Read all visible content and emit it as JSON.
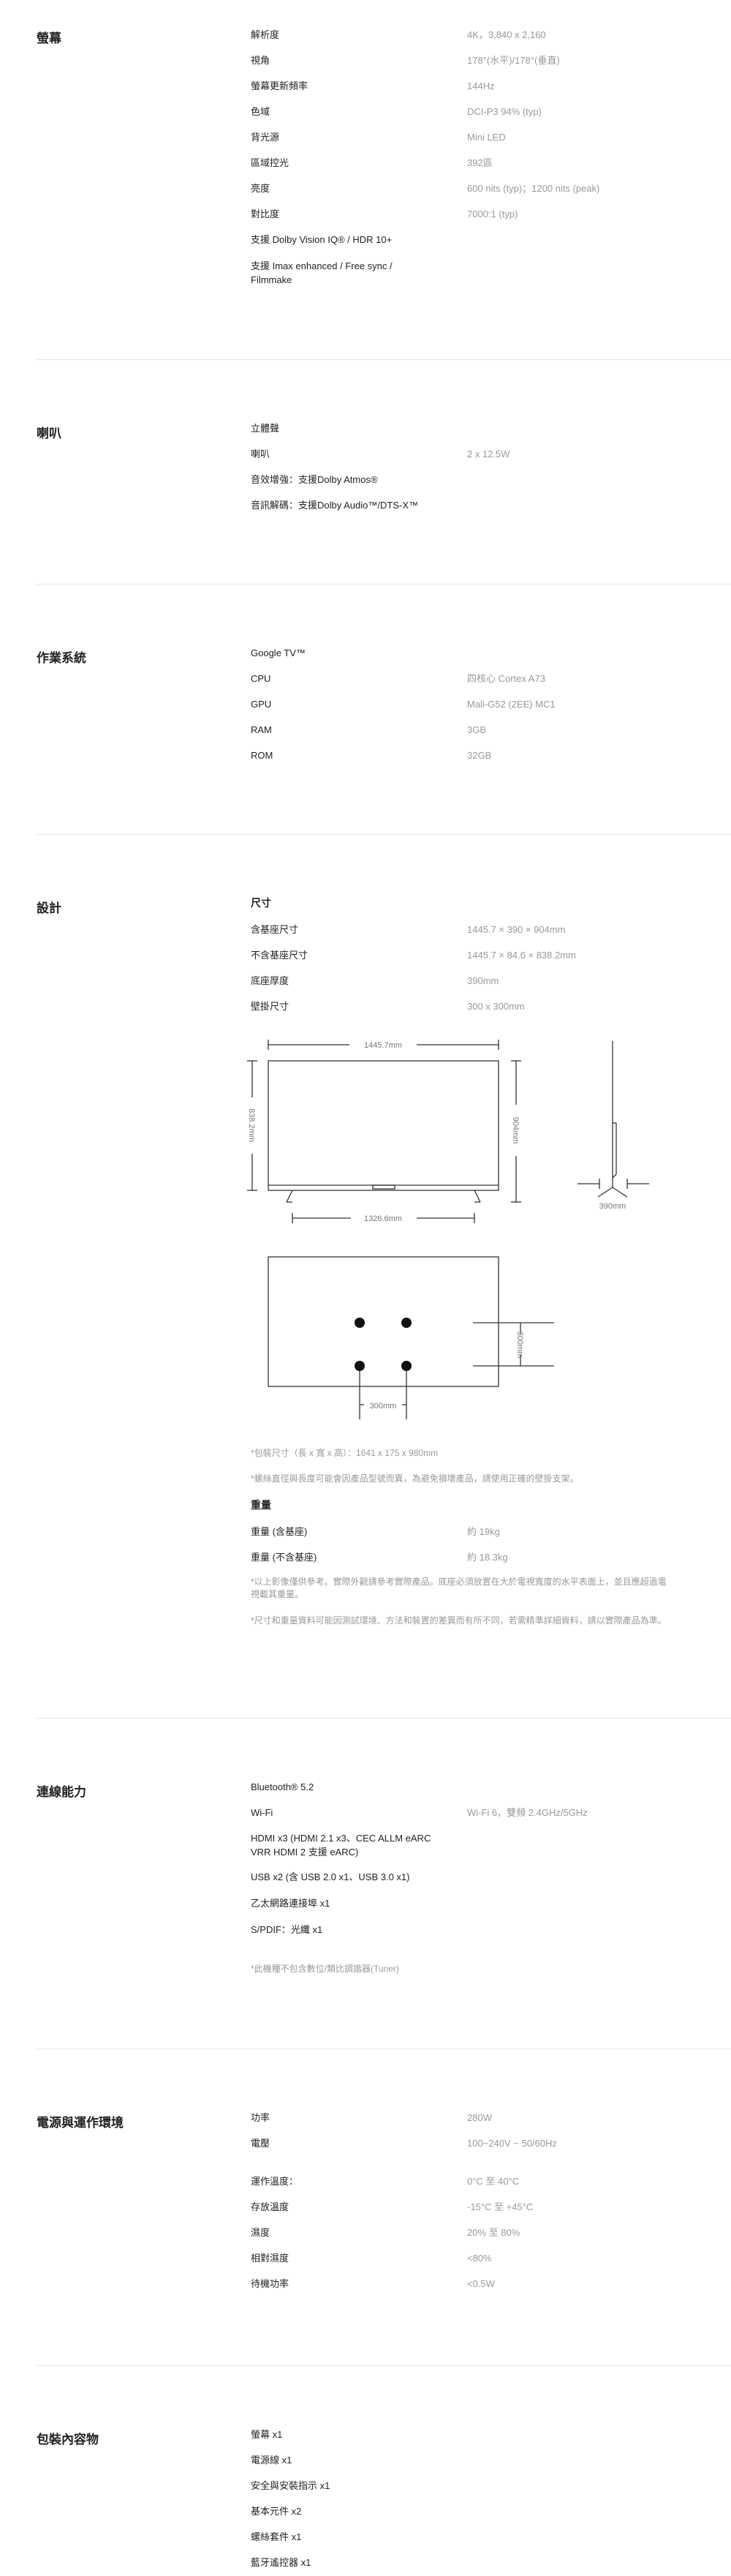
{
  "display": {
    "title": "螢幕",
    "rows": [
      {
        "label": "解析度",
        "value": "4K，3,840 x 2,160"
      },
      {
        "label": "視角",
        "value": "178°(水平)/178°(垂直)"
      },
      {
        "label": "螢幕更新頻率",
        "value": "144Hz"
      },
      {
        "label": "色域",
        "value": "DCI-P3 94% (typ)"
      },
      {
        "label": "背光源",
        "value": "Mini LED"
      },
      {
        "label": "區域控光",
        "value": "392區"
      },
      {
        "label": "亮度",
        "value": "600 nits (typ)；1200 nits (peak)"
      },
      {
        "label": "對比度",
        "value": "7000:1 (typ)"
      },
      {
        "label": "支援 Dolby Vision IQ® / HDR 10+",
        "value": ""
      },
      {
        "label": "支援 Imax enhanced / Free sync / Filmmake",
        "value": ""
      }
    ]
  },
  "speaker": {
    "title": "喇叭",
    "rows": [
      {
        "label": "立體聲",
        "value": ""
      },
      {
        "label": "喇叭",
        "value": "2 x 12.5W"
      },
      {
        "label": "音效增強：支援Dolby Atmos®",
        "value": ""
      },
      {
        "label": "音訊解碼：支援Dolby Audio™/DTS-X™",
        "value": ""
      }
    ]
  },
  "os": {
    "title": "作業系統",
    "rows": [
      {
        "label": "Google TV™",
        "value": ""
      },
      {
        "label": "CPU",
        "value": "四核心 Cortex A73"
      },
      {
        "label": "GPU",
        "value": "Mali-G52 (2EE) MC1"
      },
      {
        "label": "RAM",
        "value": "3GB"
      },
      {
        "label": "ROM",
        "value": "32GB"
      }
    ]
  },
  "design": {
    "title": "設計",
    "size_heading": "尺寸",
    "rows": [
      {
        "label": "含基座尺寸",
        "value": "1445.7 × 390 × 904mm"
      },
      {
        "label": "不含基座尺寸",
        "value": "1445.7 × 84.6 × 838.2mm"
      },
      {
        "label": "底座厚度",
        "value": "390mm"
      },
      {
        "label": "壁掛尺寸",
        "value": "300 x 300mm"
      }
    ],
    "diagram": {
      "width_top": "1445.7mm",
      "height_left": "838.2mm",
      "height_right": "904mm",
      "stand_width": "1326.6mm",
      "side_depth": "390mm",
      "vesa_h": "300mm",
      "vesa_v": "300mm"
    },
    "package_note": "*包裝尺寸（長 x 寬 x 高）：1641 x 175 x 980mm",
    "vesa_note": "*螺絲直徑與長度可能會因產品型號而異，為避免損壞產品，請使用正確的壁掛支架。",
    "weight_heading": "重量",
    "weight_rows": [
      {
        "label": "重量 (含基座)",
        "value": "約 19kg"
      },
      {
        "label": "重量 (不含基座)",
        "value": "約 18.3kg"
      }
    ],
    "note1": "*以上影像僅供參考。實際外觀請參考實際產品。底座必須放置在大於電視寬度的水平表面上，並且應超過電視載其重量。",
    "note2": "*尺寸和重量資料可能因測試環境、方法和裝置的差異而有所不同，若需精準詳細資料，請以實際產品為準。"
  },
  "connectivity": {
    "title": "連線能力",
    "rows": [
      {
        "label": "Bluetooth® 5.2",
        "value": ""
      },
      {
        "label": "Wi-Fi",
        "value": "Wi-Fi 6，雙頻 2.4GHz/5GHz"
      },
      {
        "label": "HDMI x3 (HDMI 2.1 x3、CEC ALLM eARC VRR HDMI 2 支援 eARC)",
        "value": ""
      },
      {
        "label": "USB x2 (含 USB 2.0 x1、USB 3.0 x1)",
        "value": ""
      },
      {
        "label": "乙太網路連接埠 x1",
        "value": ""
      },
      {
        "label": "S/PDIF：光纖 x1",
        "value": ""
      }
    ],
    "note": "*此機種不包含數位/類比調諧器(Tuner)"
  },
  "power": {
    "title": "電源與運作環境",
    "rows": [
      {
        "label": "功率",
        "value": "280W"
      },
      {
        "label": "電壓",
        "value": "100~240V ~ 50/60Hz"
      },
      {
        "label": "運作溫度：",
        "value": "0°C 至 40°C"
      },
      {
        "label": "存放溫度",
        "value": "-15°C 至 +45°C"
      },
      {
        "label": "濕度",
        "value": "20% 至 80%"
      },
      {
        "label": "相對濕度",
        "value": "<80%"
      },
      {
        "label": "待機功率",
        "value": "<0.5W"
      }
    ]
  },
  "package": {
    "title": "包裝內容物",
    "rows": [
      {
        "label": "螢幕 x1",
        "value": ""
      },
      {
        "label": "電源線 x1",
        "value": ""
      },
      {
        "label": "安全與安裝指示 x1",
        "value": ""
      },
      {
        "label": "基本元件 x2",
        "value": ""
      },
      {
        "label": "螺絲套件 x1",
        "value": ""
      },
      {
        "label": "藍牙遙控器 x1",
        "value": ""
      }
    ]
  }
}
